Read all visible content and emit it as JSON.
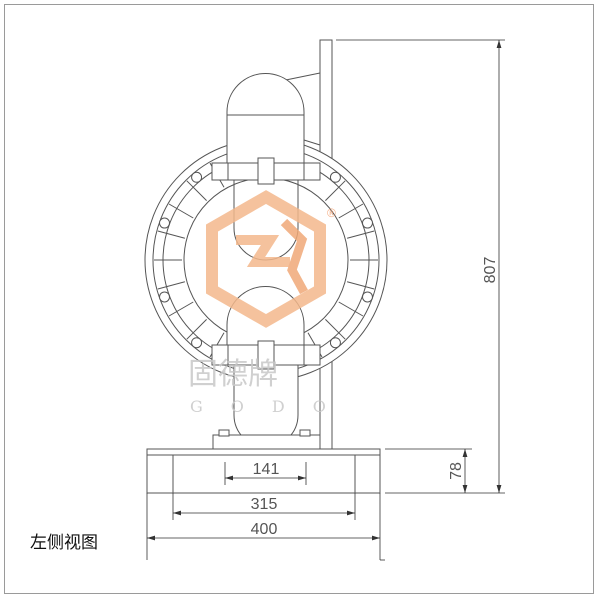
{
  "drawing": {
    "view_title": "左侧视图",
    "dimensions": {
      "overall_height": "807",
      "base_height": "78",
      "bolt_spacing": "141",
      "base_inner_width": "315",
      "base_width": "400"
    },
    "watermark": {
      "brand_cn": "固德牌",
      "brand_en": "GODO",
      "registered_mark": "®",
      "logo_color": "#f4b88c"
    }
  }
}
